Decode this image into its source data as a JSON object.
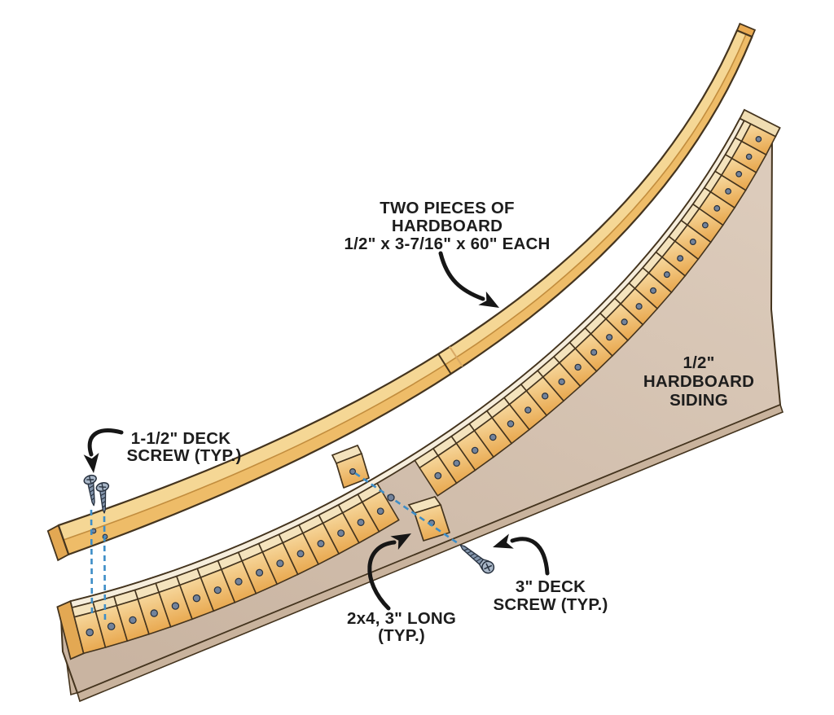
{
  "diagram": {
    "title": "Curved ramp form assembly diagram",
    "background": "#ffffff",
    "labels": {
      "two_pieces_of_hardboard": {
        "lines": [
          "TWO PIECES OF",
          "HARDBOARD",
          "1/2\" x 3-7/16\" x 60\" EACH"
        ]
      },
      "hardboard_siding": {
        "lines": [
          "1/2\"",
          "HARDBOARD",
          "SIDING"
        ]
      },
      "deck_screw_small": {
        "lines": [
          "1-1/2\" DECK",
          "SCREW (TYP.)"
        ]
      },
      "block_2x4": {
        "lines": [
          "2x4, 3\" LONG",
          "(TYP.)"
        ]
      },
      "deck_screw_large": {
        "lines": [
          "3\" DECK",
          "SCREW (TYP.)"
        ]
      }
    },
    "colors": {
      "outline": "#44341e",
      "wood_light": "#f8dda6",
      "wood_dark": "#e9aa52",
      "wood_top": "#f4e3bd",
      "edge_band": "#f6eedd",
      "strip_front": "#eebc68",
      "strip_top": "#f5d795",
      "strip_end": "#e3a853",
      "strip_ridge": "#c28d3e",
      "end_cap": "#f0ddb2",
      "siding_light": "#dccbbb",
      "siding_dark": "#c9b4a1",
      "siding_edge_face": "#c9b39d",
      "screw_body": "#8294ab",
      "screw_head": "#a9b7c8",
      "screw_dark": "#27313f",
      "dash_blue": "#3d8dc7",
      "pilot_dot": "#73839b",
      "arrow": "#161616",
      "text": "#1d1d1d"
    }
  }
}
